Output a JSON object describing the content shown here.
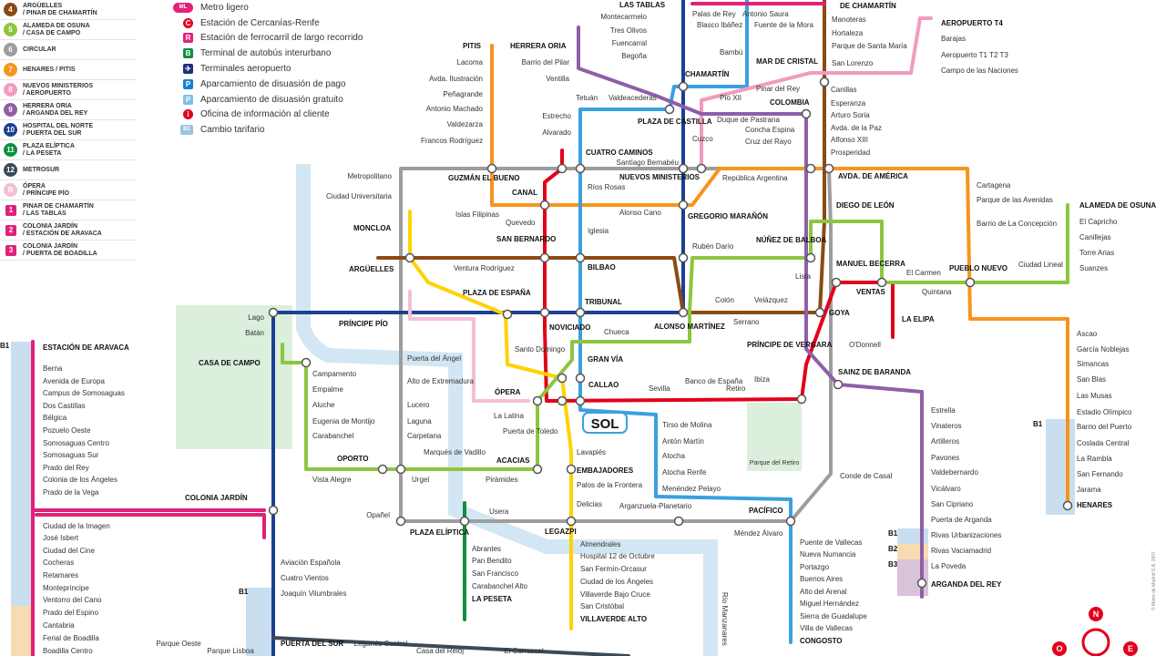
{
  "legend_lines": [
    {
      "num": "4",
      "label1": "ARGÜELLES",
      "label2": "/ PINAR DE CHAMARTÍN",
      "color": "#8b4a14"
    },
    {
      "num": "5",
      "label1": "ALAMEDA DE OSUNA",
      "label2": "/ CASA DE CAMPO",
      "color": "#8dc63f"
    },
    {
      "num": "6",
      "label1": "CIRCULAR",
      "label2": "",
      "color": "#9d9d9d"
    },
    {
      "num": "7",
      "label1": "HENARES / PITIS",
      "label2": "",
      "color": "#f7941d"
    },
    {
      "num": "8",
      "label1": "NUEVOS MINISTERIOS",
      "label2": "/ AEROPUERTO",
      "color": "#f29bc0"
    },
    {
      "num": "9",
      "label1": "HERRERA ORIA",
      "label2": "/ ARGANDA DEL REY",
      "color": "#8e5fa8"
    },
    {
      "num": "10",
      "label1": "HOSPITAL DEL NORTE",
      "label2": "/ PUERTA DEL SUR",
      "color": "#1c3f94"
    },
    {
      "num": "11",
      "label1": "PLAZA ELÍPTICA",
      "label2": "/ LA PESETA",
      "color": "#0f8f3f"
    },
    {
      "num": "12",
      "label1": "METROSUR",
      "label2": "",
      "color": "#3c4a55"
    },
    {
      "num": "R",
      "label1": "ÓPERA",
      "label2": "/ PRÍNCIPE PÍO",
      "color": "#f4bfd3"
    },
    {
      "num": "1",
      "label1": "PINAR DE CHAMARTÍN",
      "label2": "/ LAS TABLAS",
      "color": "#e2207a",
      "square": true
    },
    {
      "num": "2",
      "label1": "COLONIA JARDÍN",
      "label2": "/ ESTACIÓN DE ARAVACA",
      "color": "#e2207a",
      "square": true
    },
    {
      "num": "3",
      "label1": "COLONIA JARDÍN",
      "label2": "/ PUERTA DE BOADILLA",
      "color": "#e2207a",
      "square": true
    }
  ],
  "legend_symbols": [
    {
      "icon": "light-rail-icon",
      "label": "Metro ligero",
      "color": "#e2207a"
    },
    {
      "icon": "cercanias-icon",
      "label": "Estación de Cercanías-Renfe",
      "color": "#e2001a"
    },
    {
      "icon": "long-distance-rail-icon",
      "label": "Estación de ferrocarril de largo recorrido",
      "color": "#e2207a"
    },
    {
      "icon": "bus-terminal-icon",
      "label": "Terminal de autobús interurbano",
      "color": "#0f8f3f"
    },
    {
      "icon": "airport-icon",
      "label": "Terminales aeropuerto",
      "color": "#1c2f7a"
    },
    {
      "icon": "paid-parking-icon",
      "label": "Aparcamiento de disuasión de pago",
      "color": "#1a7fd0"
    },
    {
      "icon": "free-parking-icon",
      "label": "Aparcamiento de disuasión gratuito",
      "color": "#7fc0ea"
    },
    {
      "icon": "info-icon",
      "label": "Oficina de información al cliente",
      "color": "#e2001a"
    },
    {
      "icon": "fare-zone-icon",
      "label": "Cambio tarifario",
      "color": "#9cc3e0"
    }
  ],
  "zones": [
    "B1",
    "B1",
    "B1",
    "B1",
    "B2",
    "B3"
  ],
  "sol_label": "SOL",
  "river_label": "Río Manzanares",
  "park_label": "Parque del Retiro",
  "compass": [
    "N",
    "O",
    "E"
  ],
  "copyright": "© Metro de Madrid S.A. 2007",
  "stations": [
    "LAS TABLAS",
    "Montecarmelo",
    "Tres Olivos",
    "Fuencarral",
    "Begoña",
    "CHAMARTÍN",
    "Palas de Rey",
    "Blasco Ibáñez",
    "Antonio Saura",
    "Fuente de la Mora",
    "Bambú",
    "DE CHAMARTÍN",
    "Manoteras",
    "Hortaleza",
    "Parque de Santa María",
    "San Lorenzo",
    "MAR DE CRISTAL",
    "AEROPUERTO T4",
    "Barajas",
    "Aeropuerto T1 T2 T3",
    "Campo de las Naciones",
    "PITIS",
    "HERRERA ORIA",
    "Lacoma",
    "Barrio del Pilar",
    "Avda. Ilustración",
    "Ventilla",
    "Peñagrande",
    "Antonio Machado",
    "Valdezarza",
    "Francos Rodríguez",
    "Tetuán",
    "Valdeacederas",
    "PLAZA DE CASTILLA",
    "Estrecho",
    "Alvarado",
    "CUATRO CAMINOS",
    "Santiago Bernabéu",
    "Duque de Pastrana",
    "Cuzco",
    "Pío XII",
    "Pinar del Rey",
    "COLOMBIA",
    "Concha Espina",
    "Cruz del Rayo",
    "Canillas",
    "Esperanza",
    "Arturo Soria",
    "Avda. de la Paz",
    "Alfonso XIII",
    "Prosperidad",
    "Metropolitano",
    "Ciudad Universitaria",
    "GUZMÁN EL BUENO",
    "CANAL",
    "Ríos Rosas",
    "NUEVOS MINISTERIOS",
    "República Argentina",
    "AVDA. DE AMÉRICA",
    "Cartagena",
    "Parque de las Avenidas",
    "Barrio de La Concepción",
    "ALAMEDA DE OSUNA",
    "El Capricho",
    "Canillejas",
    "Torre Arias",
    "Suanzes",
    "Islas Filipinas",
    "Quevedo",
    "Alonso Cano",
    "GREGORIO MARAÑÓN",
    "DIEGO DE LEÓN",
    "MONCLOA",
    "Iglesia",
    "SAN BERNARDO",
    "Ventura Rodríguez",
    "BILBAO",
    "Rubén Darío",
    "NÚÑEZ DE BALBOA",
    "ARGÜELLES",
    "MANUEL BECERRA",
    "VENTAS",
    "El Carmen",
    "Quintana",
    "PUEBLO NUEVO",
    "Ciudad Lineal",
    "Lista",
    "PLAZA DE ESPAÑA",
    "TRIBUNAL",
    "Colón",
    "Velázquez",
    "Serrano",
    "GOYA",
    "ALONSO MARTÍNEZ",
    "Lago",
    "Batán",
    "PRÍNCIPE PÍO",
    "NOVICIADO",
    "Chueca",
    "LA ELIPA",
    "CASA DE CAMPO",
    "Puerta del Ángel",
    "PRÍNCIPE DE VERGARA",
    "O'Donnell",
    "GRAN VÍA",
    "Santo Domingo",
    "Campamento",
    "Alto de Extremadura",
    "CALLAO",
    "Ibiza",
    "SAINZ DE BARANDA",
    "Empalme",
    "ÓPERA",
    "Sevilla",
    "Banco de España",
    "Retiro",
    "Lucero",
    "Aluche",
    "Eugenia de Montijo",
    "Laguna",
    "La Latina",
    "Tirso de Molina",
    "Estrella",
    "Carabanchel",
    "Carpetana",
    "Puerta de Toledo",
    "Antón Martín",
    "Vinateros",
    "Lavapiés",
    "Atocha",
    "Marqués de Vadillo",
    "Artilleros",
    "OPORTO",
    "ACACIAS",
    "EMBAJADORES",
    "Atocha Renfe",
    "Pavones",
    "Vista Alegre",
    "Urgel",
    "Pirámides",
    "Palos de la Frontera",
    "Conde de Casal",
    "Valdebernardo",
    "Menéndez Pelayo",
    "Delicias",
    "Vicálvaro",
    "Arganzuela-Planetario",
    "Usera",
    "San Cipriano",
    "PACÍFICO",
    "Opañel",
    "LEGAZPI",
    "PLAZA ELÍPTICA",
    "Méndez Álvaro",
    "Puerta de Arganda",
    "Rivas Urbanizaciones",
    "Rivas Vaciamadrid",
    "La Poveda",
    "ARGANDA DEL REY",
    "Almendrales",
    "Hospital 12 de Octubre",
    "San Fermín-Orcasur",
    "Ciudad de los Ángeles",
    "Villaverde Bajo Cruce",
    "San Cristóbal",
    "VILLAVERDE ALTO",
    "Abrantes",
    "Pan Bendito",
    "San Francisco",
    "Carabanchel Alto",
    "LA PESETA",
    "Puente de Vallecas",
    "Nueva Numancia",
    "Portazgo",
    "Buenos Aires",
    "Alto del Arenal",
    "Miguel Hernández",
    "Sierra de Guadalupe",
    "Villa de Vallecas",
    "CONGOSTO",
    "Aviación Española",
    "Cuatro Vientos",
    "Joaquín Vilumbrales",
    "PUERTA DEL SUR",
    "Parque Oeste",
    "Parque Lisboa",
    "Leganés Central",
    "Casa del Reloj",
    "El Carrascal",
    "COLONIA JARDÍN",
    "Ascao",
    "García Noblejas",
    "Simancas",
    "San Blas",
    "Las Musas",
    "Estadio Olímpico",
    "Barrio del Puerto",
    "Coslada Central",
    "La Rambla",
    "San Fernando",
    "Jarama",
    "HENARES",
    "ESTACIÓN DE ARAVACA",
    "Berna",
    "Avenida de Europa",
    "Campus de Somosaguas",
    "Dos Castillas",
    "Bélgica",
    "Pozuelo Oeste",
    "Somosaguas Centro",
    "Somosaguas Sur",
    "Prado del Rey",
    "Colonia de los Ángeles",
    "Prado de la Vega",
    "Ciudad de la Imagen",
    "José Isbert",
    "Ciudad del Cine",
    "Cocheras",
    "Retamares",
    "Montepríncipe",
    "Ventorro del Cano",
    "Prado del Espino",
    "Cantabria",
    "Ferial de Boadilla",
    "Boadilla Centro"
  ]
}
